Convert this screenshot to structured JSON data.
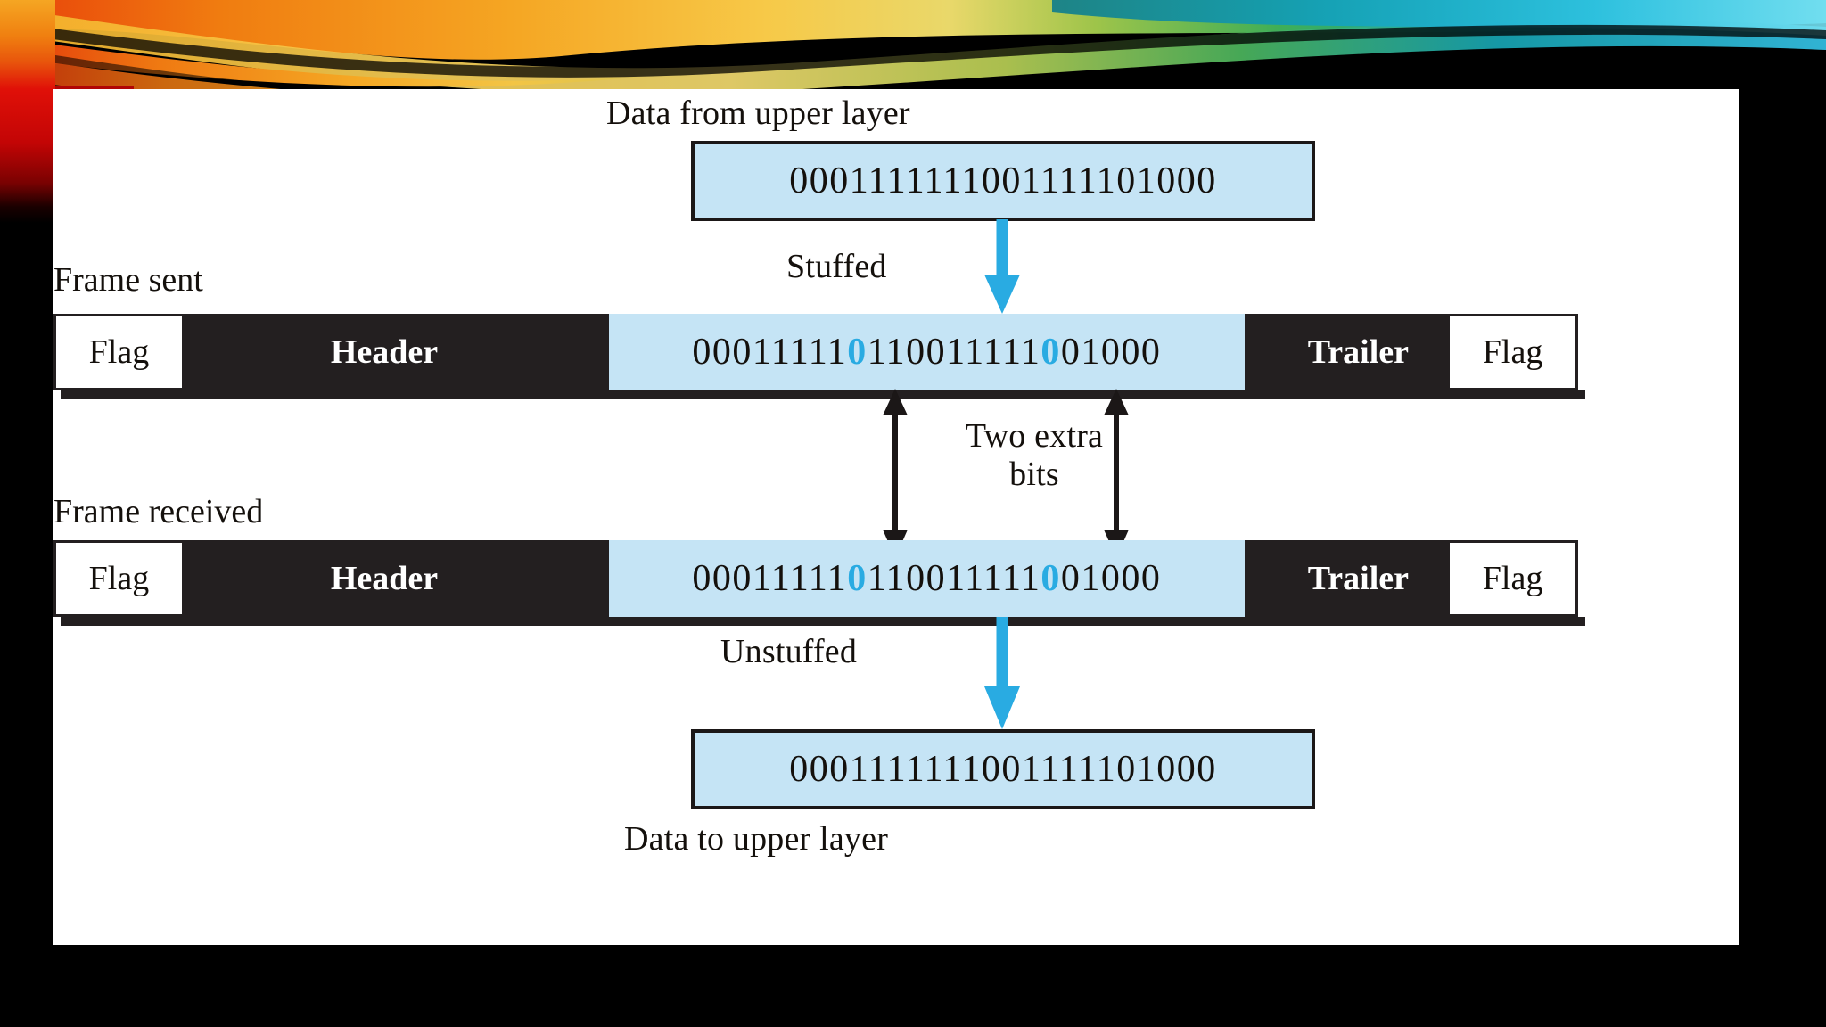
{
  "slide": {
    "background_color": "#000000",
    "figure_background": "#ffffff",
    "accent_arrow_color": "#29abe2",
    "data_box_color": "#c5e4f5",
    "frame_bar_color": "#231f20"
  },
  "figure": {
    "top_caption": "Data from upper layer",
    "bottom_caption": "Data to upper layer",
    "stuffed_label": "Stuffed",
    "unstuffed_label": "Unstuffed",
    "extra_bits_label_line1": "Two extra",
    "extra_bits_label_line2": "bits",
    "frame_sent_label": "Frame sent",
    "frame_received_label": "Frame received"
  },
  "frame_fields": {
    "flag_left": "Flag",
    "header": "Header",
    "trailer": "Trailer",
    "flag_right": "Flag"
  },
  "bit_data": {
    "original": "0001111111001111101000",
    "original_bit_count": 22,
    "stuffed_segments": [
      {
        "text": "00011111",
        "stuffed": false
      },
      {
        "text": "0",
        "stuffed": true
      },
      {
        "text": "1100",
        "stuffed": false
      },
      {
        "text": "11111",
        "stuffed": false
      },
      {
        "text": "0",
        "stuffed": true
      },
      {
        "text": "01000",
        "stuffed": false
      }
    ],
    "stuffed_full": "000111110110011111001000",
    "stuffed_bit_count": 24,
    "extra_bits_added": 2,
    "received": "000111110110011111001000",
    "unstuffed": "0001111111001111101000"
  }
}
